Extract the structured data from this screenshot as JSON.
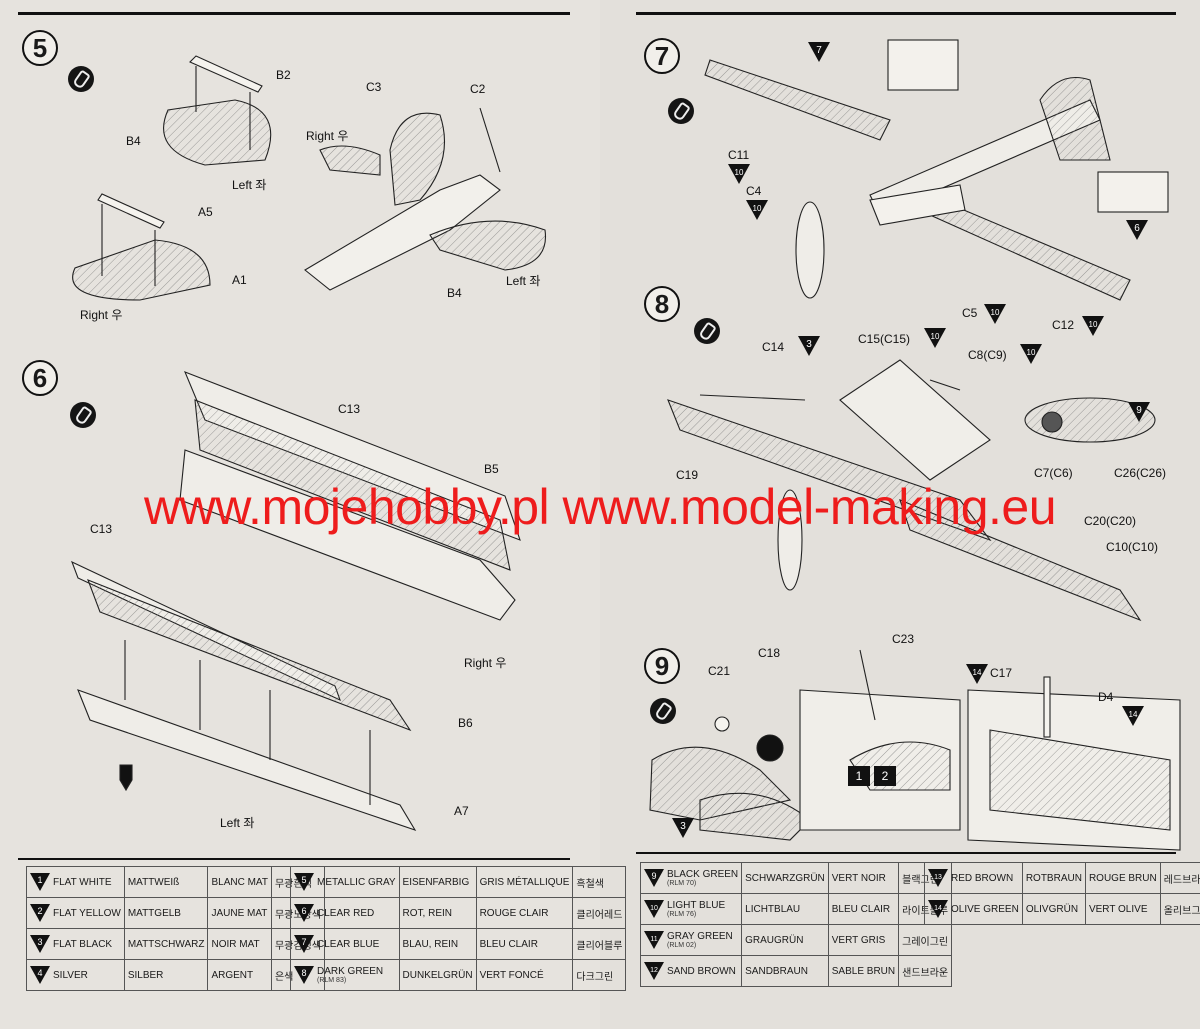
{
  "watermark": "www.mojehobby.pl www.model-making.eu",
  "steps": [
    {
      "number": "5",
      "labels": [
        "B2",
        "B4",
        "Left 좌",
        "A5",
        "A1",
        "Right 우",
        "C3",
        "C2",
        "Right 우",
        "B4",
        "Left 좌"
      ]
    },
    {
      "number": "6",
      "labels": [
        "C13",
        "B5",
        "C13",
        "Right 우",
        "B6",
        "A7",
        "Left 좌"
      ]
    },
    {
      "number": "7",
      "labels": [
        "C11",
        "C4",
        "C5",
        "C12"
      ],
      "badges": [
        "7",
        "10",
        "10",
        "6",
        "10",
        "10"
      ]
    },
    {
      "number": "8",
      "labels": [
        "C14",
        "C15(C15)",
        "C8(C9)",
        "C19",
        "C7(C6)",
        "C26(C26)",
        "C20(C20)",
        "C10(C10)"
      ],
      "badges": [
        "3",
        "10",
        "10",
        "9"
      ]
    },
    {
      "number": "9",
      "labels": [
        "C21",
        "C18",
        "C23",
        "C17",
        "D4"
      ],
      "badges": [
        "14",
        "14",
        "1",
        "2",
        "3"
      ]
    }
  ],
  "paint_left": [
    {
      "num": "1",
      "shape": "triangle",
      "en": "FLAT WHITE",
      "de": "MATTWEIß",
      "fr": "BLANC MAT",
      "ko": "무광흰색"
    },
    {
      "num": "2",
      "shape": "triangle",
      "en": "FLAT YELLOW",
      "de": "MATTGELB",
      "fr": "JAUNE MAT",
      "ko": "무광노랑색"
    },
    {
      "num": "3",
      "shape": "triangle",
      "en": "FLAT BLACK",
      "de": "MATTSCHWARZ",
      "fr": "NOIR MAT",
      "ko": "무광검정색"
    },
    {
      "num": "4",
      "shape": "triangle",
      "en": "SILVER",
      "de": "SILBER",
      "fr": "ARGENT",
      "ko": "은색"
    }
  ],
  "paint_mid": [
    {
      "num": "5",
      "shape": "triangle",
      "en": "METALLIC GRAY",
      "de": "EISENFARBIG",
      "fr": "GRIS MÉTALLIQUE",
      "ko": "흑철색"
    },
    {
      "num": "6",
      "shape": "triangle",
      "en": "CLEAR RED",
      "de": "ROT, REIN",
      "fr": "ROUGE CLAIR",
      "ko": "클리어레드"
    },
    {
      "num": "7",
      "shape": "triangle",
      "en": "CLEAR BLUE",
      "de": "BLAU, REIN",
      "fr": "BLEU CLAIR",
      "ko": "클리어블루"
    },
    {
      "num": "8",
      "shape": "triangle",
      "en": "DARK GREEN",
      "sub": "(RLM 83)",
      "de": "DUNKELGRÜN",
      "fr": "VERT FONCÉ",
      "ko": "다크그린"
    }
  ],
  "paint_right_a": [
    {
      "num": "9",
      "shape": "triangle",
      "en": "BLACK GREEN",
      "sub": "(RLM 70)",
      "de": "SCHWARZGRÜN",
      "fr": "VERT NOIR",
      "ko": "블랙그린"
    },
    {
      "num": "10",
      "shape": "triangle",
      "en": "LIGHT BLUE",
      "sub": "(RLM 76)",
      "de": "LICHTBLAU",
      "fr": "BLEU CLAIR",
      "ko": "라이트블루"
    },
    {
      "num": "11",
      "shape": "triangle",
      "en": "GRAY GREEN",
      "sub": "(RLM 02)",
      "de": "GRAUGRÜN",
      "fr": "VERT GRIS",
      "ko": "그레이그린"
    },
    {
      "num": "12",
      "shape": "triangle",
      "en": "SAND BROWN",
      "de": "SANDBRAUN",
      "fr": "SABLE BRUN",
      "ko": "샌드브라운"
    }
  ],
  "paint_right_b": [
    {
      "num": "13",
      "shape": "triangle",
      "en": "RED BROWN",
      "de": "ROTBRAUN",
      "fr": "ROUGE BRUN",
      "ko": "레드브라운"
    },
    {
      "num": "14",
      "shape": "triangle",
      "en": "OLIVE GREEN",
      "de": "OLIVGRÜN",
      "fr": "VERT OLIVE",
      "ko": "올리브그린"
    }
  ]
}
